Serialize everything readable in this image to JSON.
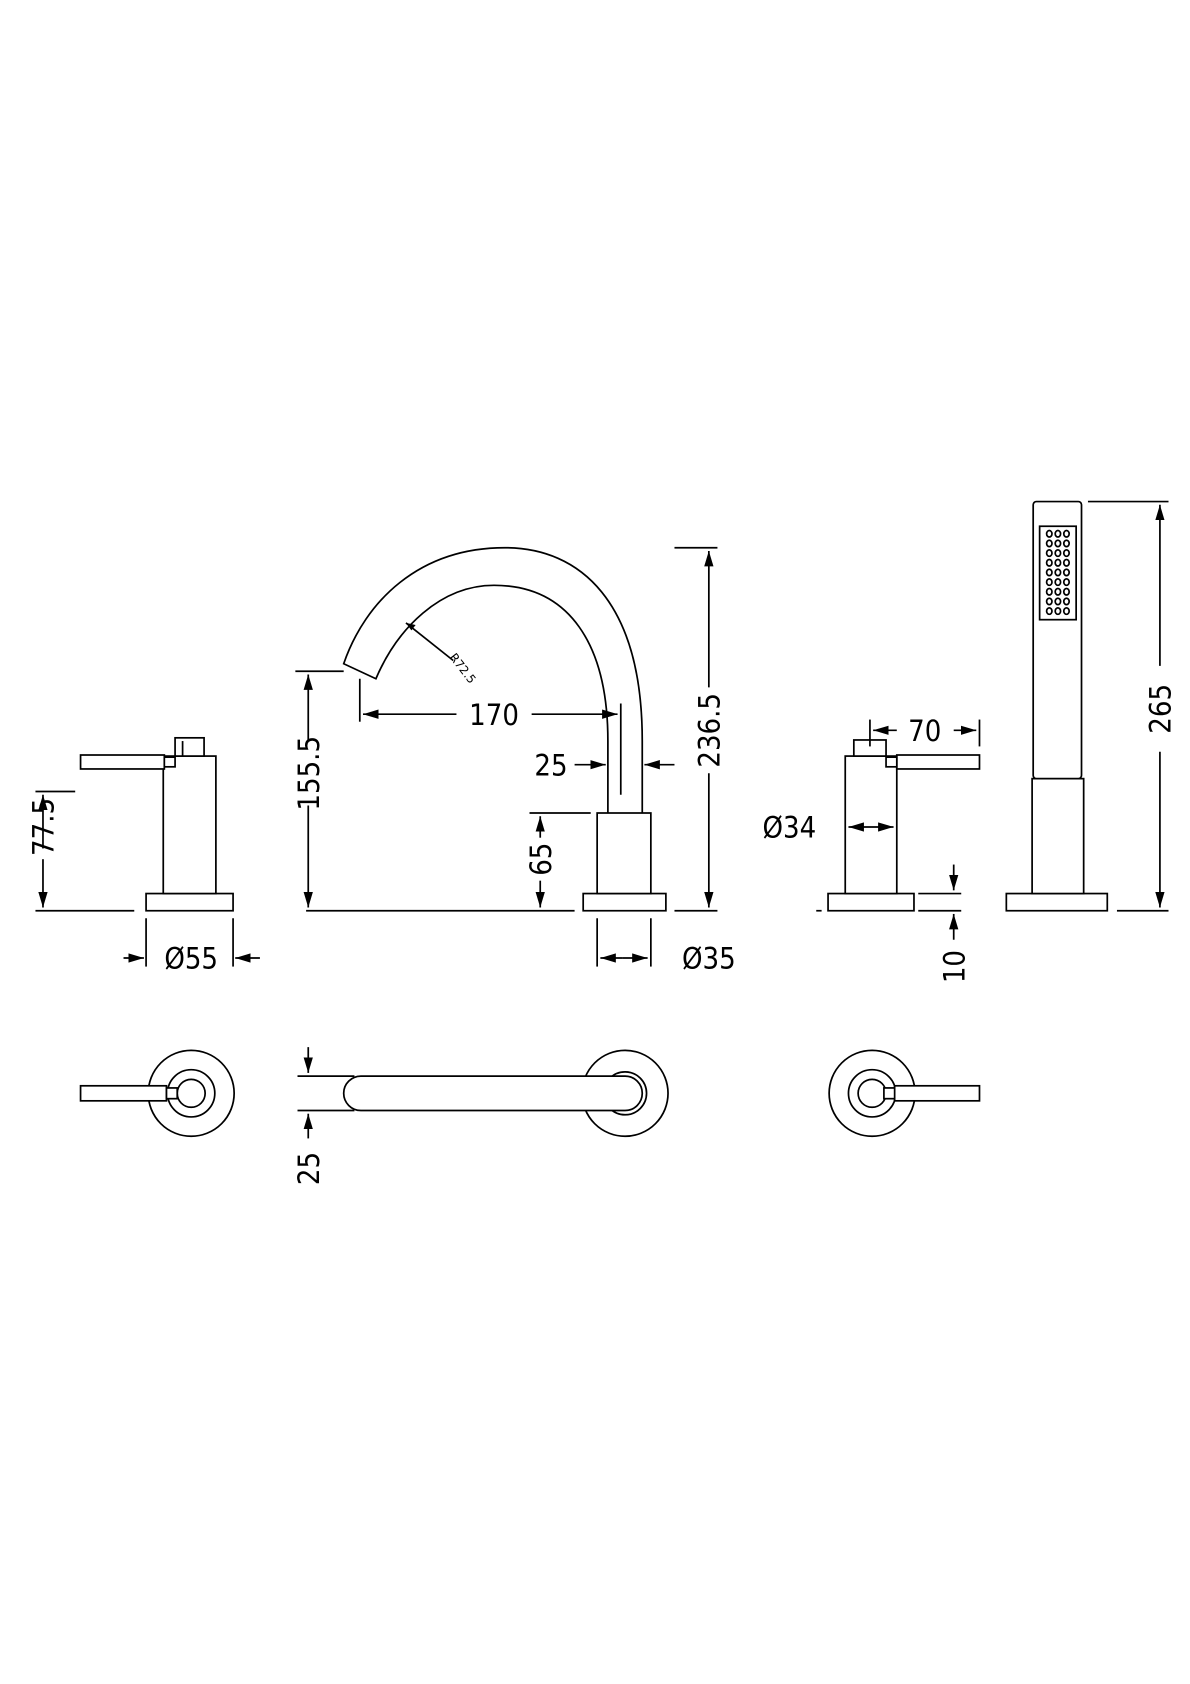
{
  "drawing": {
    "line_color": "#000000",
    "background": "#ffffff",
    "dimensions": {
      "valve_height": "77.5",
      "valve_base_diameter": "Ø55",
      "spout_outlet_height": "155.5",
      "spout_projection": "170",
      "spout_radius": "R72.5",
      "spout_pipe_diameter": "25",
      "spout_total_height": "236.5",
      "spout_body_height": "65",
      "spout_base_diameter": "Ø35",
      "lever_length": "70",
      "valve_body_diameter": "Ø34",
      "base_thickness": "10",
      "handset_height": "265",
      "plan_pipe_width": "25"
    }
  }
}
